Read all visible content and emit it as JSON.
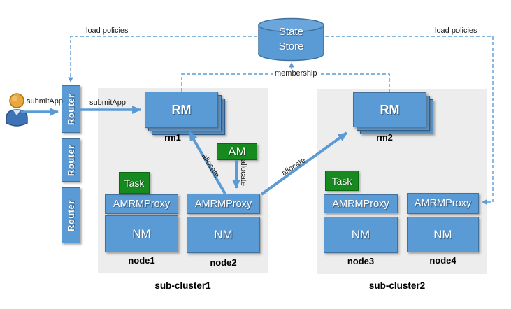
{
  "colors": {
    "box_blue": "#5b9bd5",
    "box_border": "#41719c",
    "green": "#168a1e",
    "green_border": "#0d6812",
    "panel_gray": "#ededed",
    "line_blue": "#5b9bd5",
    "label_black": "#000000"
  },
  "actor": {
    "submit_app_label": "submitApp"
  },
  "routers": [
    {
      "label": "Router"
    },
    {
      "label": "Router"
    },
    {
      "label": "Router"
    }
  ],
  "state_store": {
    "line1": "State",
    "line2": "Store"
  },
  "links": {
    "submit_app_router_to_rm": "submitApp",
    "load_policies_left": "load policies",
    "load_policies_right": "load policies",
    "membership": "membership",
    "allocate_to_rm1": "allocate",
    "allocate_from_am": "allocate",
    "allocate_to_rm2": "allocate"
  },
  "clusters": [
    {
      "rm_label": "RM",
      "rm_name": "rm1",
      "label": "sub-cluster1"
    },
    {
      "rm_label": "RM",
      "rm_name": "rm2",
      "label": "sub-cluster2"
    }
  ],
  "am_label": "AM",
  "nodes": [
    {
      "name": "node1",
      "task": "Task",
      "proxy": "AMRMProxy",
      "nm": "NM"
    },
    {
      "name": "node2",
      "proxy": "AMRMProxy",
      "nm": "NM"
    },
    {
      "name": "node3",
      "task": "Task",
      "proxy": "AMRMProxy",
      "nm": "NM"
    },
    {
      "name": "node4",
      "proxy": "AMRMProxy",
      "nm": "NM"
    }
  ]
}
